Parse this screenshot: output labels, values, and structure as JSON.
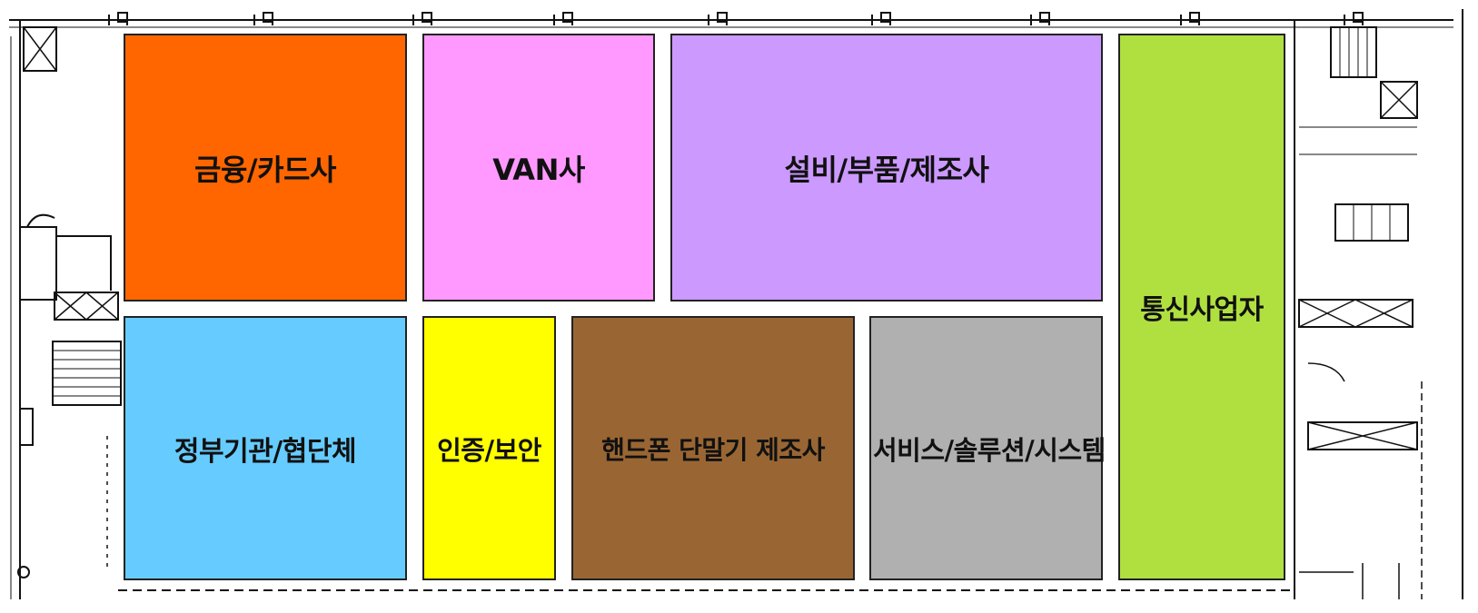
{
  "floor_plan": {
    "zones": [
      {
        "id": "finance",
        "label": "금융/카드사",
        "color": "#ff6600"
      },
      {
        "id": "van",
        "label": "VAN사",
        "color": "#ff99ff"
      },
      {
        "id": "equipment",
        "label": "설비/부품/제조사",
        "color": "#cc99ff"
      },
      {
        "id": "telecom",
        "label": "통신사업자",
        "color": "#b0e040"
      },
      {
        "id": "government",
        "label": "정부기관/협단체",
        "color": "#66ccff"
      },
      {
        "id": "security",
        "label": "인증/보안",
        "color": "#ffff00"
      },
      {
        "id": "handset",
        "label": "핸드폰 단말기 제조사",
        "color": "#996633"
      },
      {
        "id": "service",
        "label": "서비스/솔루션/시스템",
        "color": "#b0b0b0"
      }
    ]
  }
}
